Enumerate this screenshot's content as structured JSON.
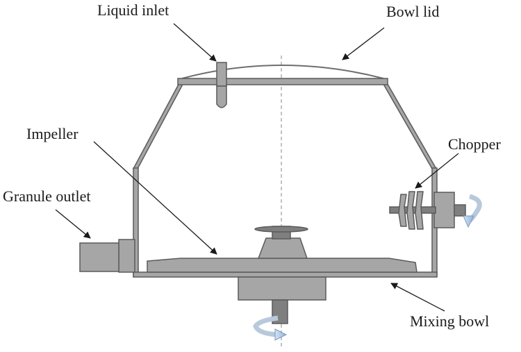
{
  "labels": {
    "liquid_inlet": "Liquid inlet",
    "bowl_lid": "Bowl lid",
    "impeller": "Impeller",
    "chopper": "Chopper",
    "granule_outlet": "Granule outlet",
    "mixing_bowl": "Mixing bowl"
  },
  "colors": {
    "metal": "#a6a6a6",
    "metal_dark": "#7f7f7f",
    "outline": "#5a5a5a",
    "rotation_arrow": "#a9c6e8"
  }
}
